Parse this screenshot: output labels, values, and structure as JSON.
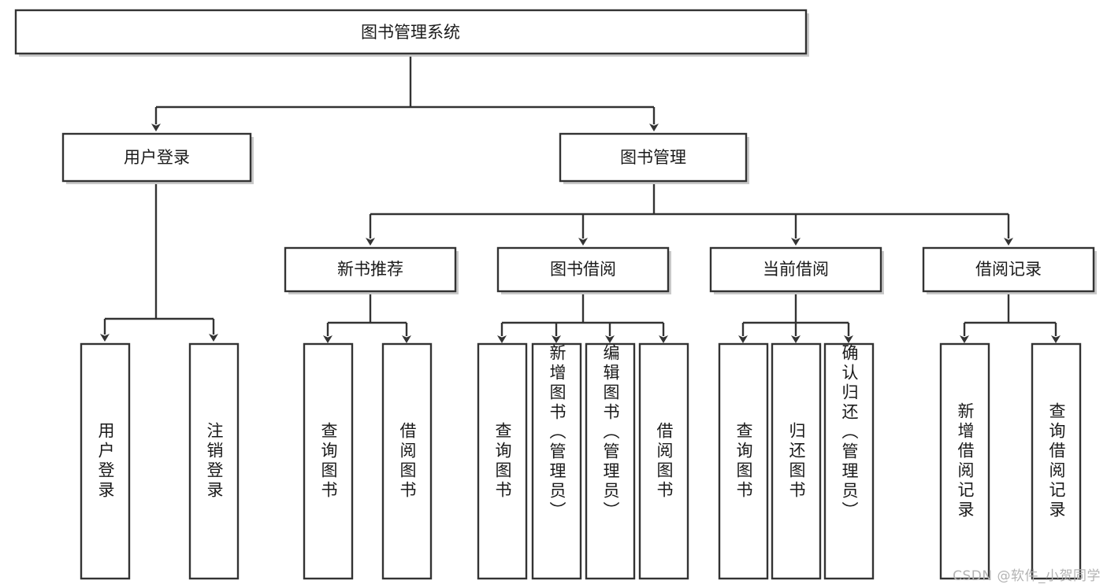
{
  "diagram": {
    "type": "tree-hierarchy-chart",
    "title": "图书管理系统",
    "orientation": "top-down",
    "colors": {
      "box_fill": "#ffffff",
      "box_stroke": "#333333",
      "shadow": "#c9c9c9",
      "text": "#1a1a1a",
      "watermark": "#b3b3b3",
      "background": "#ffffff"
    },
    "root": {
      "id": "root",
      "label": "图书管理系统",
      "orientation": "horizontal"
    },
    "level2": [
      {
        "id": "user-login",
        "label": "用户登录",
        "orientation": "horizontal"
      },
      {
        "id": "book-manage",
        "label": "图书管理",
        "orientation": "horizontal"
      }
    ],
    "level3": [
      {
        "id": "new-book-recommend",
        "label": "新书推荐",
        "orientation": "horizontal",
        "parent": "book-manage"
      },
      {
        "id": "book-borrow",
        "label": "图书借阅",
        "orientation": "horizontal",
        "parent": "book-manage"
      },
      {
        "id": "current-borrow",
        "label": "当前借阅",
        "orientation": "horizontal",
        "parent": "book-manage"
      },
      {
        "id": "borrow-record",
        "label": "借阅记录",
        "orientation": "horizontal",
        "parent": "book-manage"
      }
    ],
    "leaves": [
      {
        "id": "leaf-user-login",
        "label": "用户登录",
        "parent": "user-login",
        "orientation": "vertical"
      },
      {
        "id": "leaf-logout-login",
        "label": "注销登录",
        "parent": "user-login",
        "orientation": "vertical"
      },
      {
        "id": "leaf-query-book-1",
        "label": "查询图书",
        "parent": "new-book-recommend",
        "orientation": "vertical"
      },
      {
        "id": "leaf-borrow-book-1",
        "label": "借阅图书",
        "parent": "new-book-recommend",
        "orientation": "vertical"
      },
      {
        "id": "leaf-query-book-2",
        "label": "查询图书",
        "parent": "book-borrow",
        "orientation": "vertical"
      },
      {
        "id": "leaf-add-book-admin",
        "label": "新增图书（管理员）",
        "parent": "book-borrow",
        "orientation": "vertical"
      },
      {
        "id": "leaf-edit-book-admin",
        "label": "编辑图书（管理员）",
        "parent": "book-borrow",
        "orientation": "vertical"
      },
      {
        "id": "leaf-borrow-book-2",
        "label": "借阅图书",
        "parent": "book-borrow",
        "orientation": "vertical"
      },
      {
        "id": "leaf-query-book-3",
        "label": "查询图书",
        "parent": "current-borrow",
        "orientation": "vertical"
      },
      {
        "id": "leaf-return-book",
        "label": "归还图书",
        "parent": "current-borrow",
        "orientation": "vertical"
      },
      {
        "id": "leaf-confirm-return-admin",
        "label": "确认归还（管理员）",
        "parent": "current-borrow",
        "orientation": "vertical"
      },
      {
        "id": "leaf-add-borrow-record",
        "label": "新增借阅记录",
        "parent": "borrow-record",
        "orientation": "vertical"
      },
      {
        "id": "leaf-query-borrow-record",
        "label": "查询借阅记录",
        "parent": "borrow-record",
        "orientation": "vertical"
      }
    ],
    "watermark": "CSDN @软件_小贺同学"
  }
}
